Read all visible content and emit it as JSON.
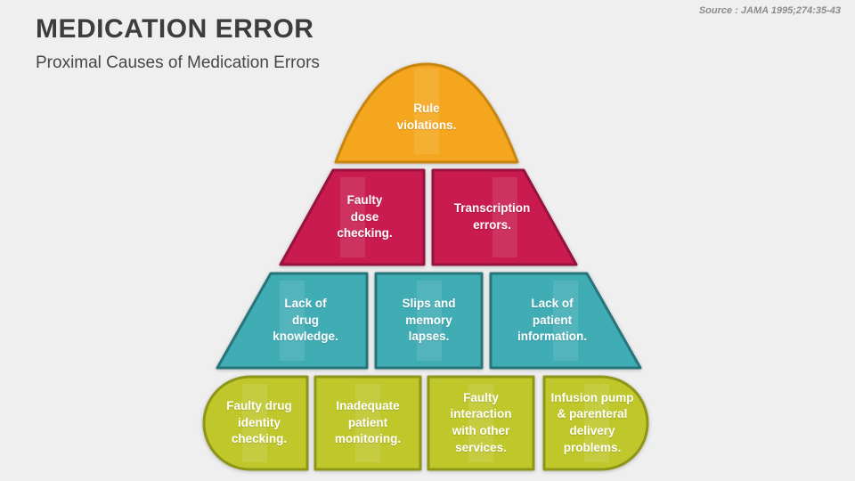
{
  "slide": {
    "title": "MEDICATION ERROR",
    "subtitle": "Proximal Causes of Medication Errors",
    "source": "Source : JAMA 1995;274:35-43"
  },
  "pyramid": {
    "levels": [
      {
        "name": "level-1",
        "fill": "#F4A71E",
        "stroke": "#C8860F",
        "blocks": [
          {
            "label": "Rule violations."
          }
        ]
      },
      {
        "name": "level-2",
        "fill": "#C91B4F",
        "stroke": "#97123C",
        "blocks": [
          {
            "label": "Faulty dose checking."
          },
          {
            "label": "Transcription errors."
          }
        ]
      },
      {
        "name": "level-3",
        "fill": "#40ACB4",
        "stroke": "#27757B",
        "blocks": [
          {
            "label": "Lack of drug knowledge."
          },
          {
            "label": "Slips and memory lapses."
          },
          {
            "label": "Lack of patient information."
          }
        ]
      },
      {
        "name": "level-4",
        "fill": "#BFC72B",
        "stroke": "#8E9617",
        "blocks": [
          {
            "label": "Faulty drug identity checking."
          },
          {
            "label": "Inadequate patient monitoring."
          },
          {
            "label": "Faulty interaction with other services."
          },
          {
            "label": "Infusion pump & parenteral delivery problems."
          }
        ]
      }
    ]
  }
}
